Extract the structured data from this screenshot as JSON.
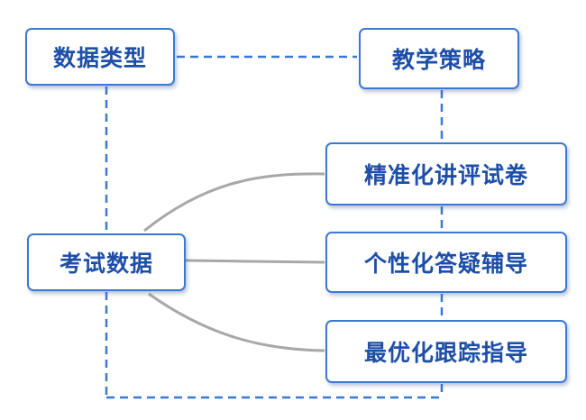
{
  "nodes": {
    "data_types": "数据类型",
    "teaching_strategy": "教学策略",
    "exam_data": "考试数据",
    "branches": [
      "精准化讲评试卷",
      "个性化答疑辅导",
      "最优化跟踪指导"
    ]
  },
  "colors": {
    "box_border": "#3a78d6",
    "box_text": "#1e4fa8",
    "dashed_line": "#3a78d6",
    "curve_line": "#a8a8a8"
  }
}
